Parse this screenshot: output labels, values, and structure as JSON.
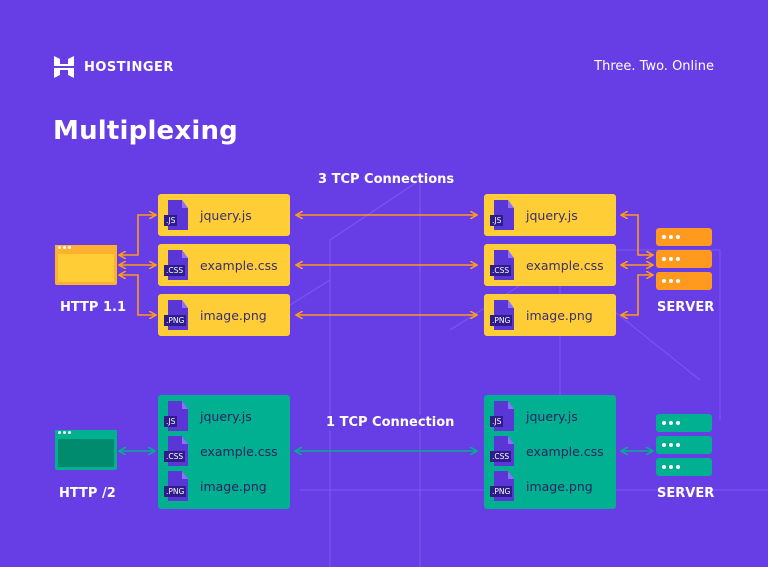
{
  "brand": {
    "name": "HOSTINGER",
    "tagline": "Three. Two. Online"
  },
  "title": "Multiplexing",
  "http11": {
    "label": "HTTP 1.1",
    "connections_label": "3 TCP Connections",
    "client_files": [
      {
        "name": "jquery.js",
        "tag": ".JS"
      },
      {
        "name": "example.css",
        "tag": ".CSS"
      },
      {
        "name": "image.png",
        "tag": ".PNG"
      }
    ],
    "server_files": [
      {
        "name": "jquery.js",
        "tag": ".JS"
      },
      {
        "name": "example.css",
        "tag": ".CSS"
      },
      {
        "name": "image.png",
        "tag": ".PNG"
      }
    ],
    "server_label": "SERVER"
  },
  "http2": {
    "label": "HTTP /2",
    "connections_label": "1 TCP Connection",
    "client_files": [
      {
        "name": "jquery.js",
        "tag": ".JS"
      },
      {
        "name": "example.css",
        "tag": ".CSS"
      },
      {
        "name": "image.png",
        "tag": ".PNG"
      }
    ],
    "server_files": [
      {
        "name": "jquery.js",
        "tag": ".JS"
      },
      {
        "name": "example.css",
        "tag": ".CSS"
      },
      {
        "name": "image.png",
        "tag": ".PNG"
      }
    ],
    "server_label": "SERVER"
  },
  "colors": {
    "background": "#673de6",
    "http11_box": "#ffcd35",
    "http11_arrow": "#ff9a1f",
    "http2_box": "#00b090",
    "http2_arrow": "#00b090"
  }
}
